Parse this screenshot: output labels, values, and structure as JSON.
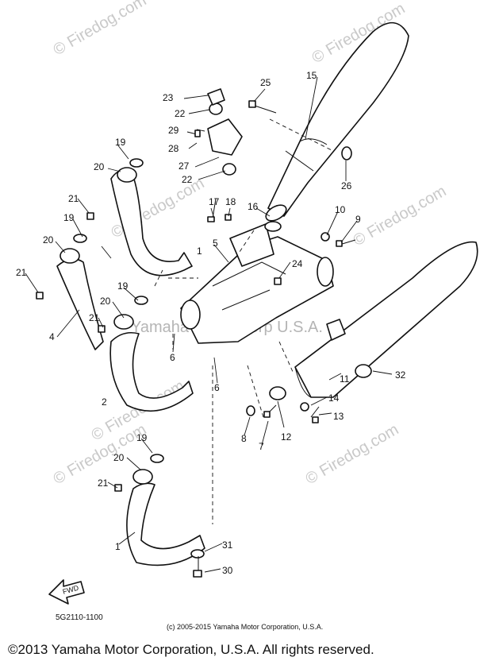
{
  "watermarks": [
    "© Firedog.com",
    "© Firedog.com",
    "© Firedog.com",
    "© Firedog.com",
    "© Firedog.com",
    "© Firedog.com",
    "© Firedog.com",
    "Yamaha Motor Corp U.S.A."
  ],
  "part_numbers": [
    "1",
    "2",
    "4",
    "5",
    "6",
    "6",
    "7",
    "8",
    "9",
    "10",
    "11",
    "12",
    "13",
    "14",
    "15",
    "16",
    "17",
    "18",
    "19",
    "19",
    "19",
    "19",
    "20",
    "20",
    "20",
    "20",
    "21",
    "21",
    "21",
    "21",
    "22",
    "22",
    "23",
    "24",
    "25",
    "26",
    "27",
    "28",
    "29",
    "30",
    "31",
    "32",
    "1"
  ],
  "drawing_code": "5G2110-1100",
  "fwd_label": "FWD",
  "small_copyright": "(c) 2005-2015 Yamaha Motor Corporation, U.S.A.",
  "footer_copyright": "©2013 Yamaha Motor Corporation, U.S.A. All rights reserved."
}
